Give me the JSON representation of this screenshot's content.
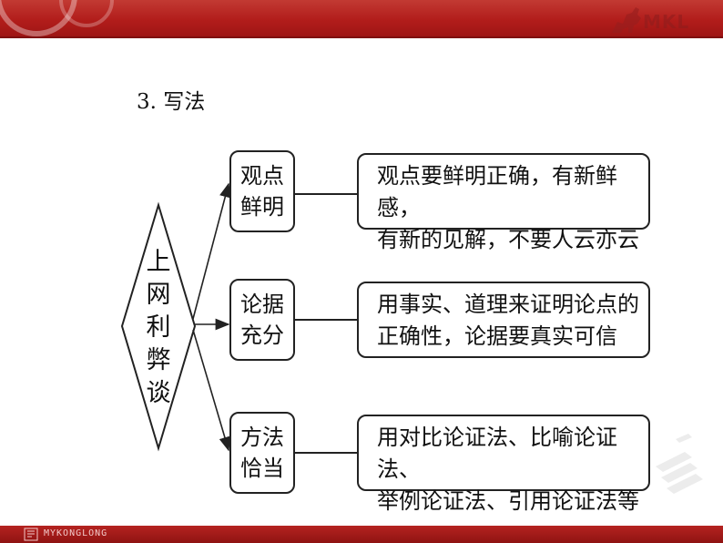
{
  "header": {
    "logo_text": "MKL"
  },
  "section": {
    "title": "3. 写法"
  },
  "center": {
    "chars": [
      "上",
      "网",
      "利",
      "弊",
      "谈"
    ]
  },
  "branches": [
    {
      "category_lines": [
        "观点",
        "鲜明"
      ],
      "desc_lines": [
        "观点要鲜明正确，有新鲜感，",
        "有新的见解，不要人云亦云"
      ]
    },
    {
      "category_lines": [
        "论据",
        "充分"
      ],
      "desc_lines": [
        "用事实、道理来证明论点的",
        "正确性，论据要真实可信"
      ]
    },
    {
      "category_lines": [
        "方法",
        "恰当"
      ],
      "desc_lines": [
        "用对比论证法、比喻论证法、",
        "举例论证法、引用论证法等"
      ]
    }
  ],
  "footer": {
    "brand": "MYKONGLONG"
  },
  "colors": {
    "header_red": "#b21d1b",
    "footer_red": "#a31a18",
    "line": "#222222"
  }
}
